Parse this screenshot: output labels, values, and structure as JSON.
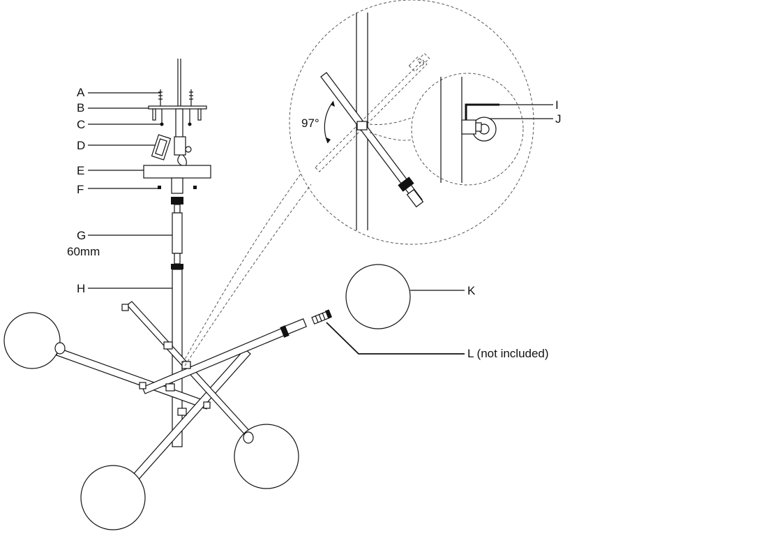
{
  "callouts": {
    "A": "A",
    "B": "B",
    "C": "C",
    "D": "D",
    "E": "E",
    "F": "F",
    "G": "G",
    "G_size": "60mm",
    "H": "H",
    "I": "I",
    "J": "J",
    "K": "K",
    "L": "L (not included)"
  },
  "detail": {
    "angle": "97°"
  }
}
